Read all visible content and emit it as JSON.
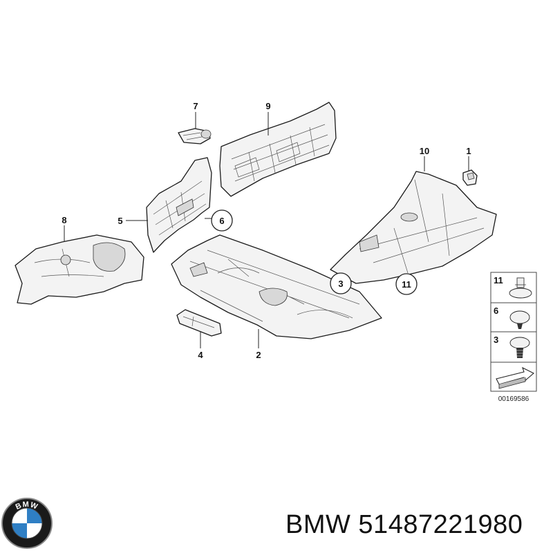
{
  "diagram": {
    "callouts": [
      {
        "id": "1",
        "label": "1"
      },
      {
        "id": "2",
        "label": "2"
      },
      {
        "id": "3",
        "label": "3",
        "circled": true
      },
      {
        "id": "4",
        "label": "4"
      },
      {
        "id": "5",
        "label": "5"
      },
      {
        "id": "6",
        "label": "6",
        "circled": true
      },
      {
        "id": "7",
        "label": "7"
      },
      {
        "id": "8",
        "label": "8"
      },
      {
        "id": "9",
        "label": "9"
      },
      {
        "id": "10",
        "label": "10"
      },
      {
        "id": "11",
        "label": "11",
        "circled": true
      }
    ],
    "legend": [
      {
        "label": "11",
        "icon": "clip-11-icon"
      },
      {
        "label": "6",
        "icon": "clip-6-icon"
      },
      {
        "label": "3",
        "icon": "clip-3-icon"
      }
    ],
    "diagram_id": "00169586"
  },
  "brand": {
    "name": "BMW",
    "logo_text": "BMW",
    "part_number": "51487221980",
    "colors": {
      "logo_blue": "#2f7fc4",
      "logo_ring": "#1a1a1a"
    }
  },
  "caption": "BMW 51487221980"
}
